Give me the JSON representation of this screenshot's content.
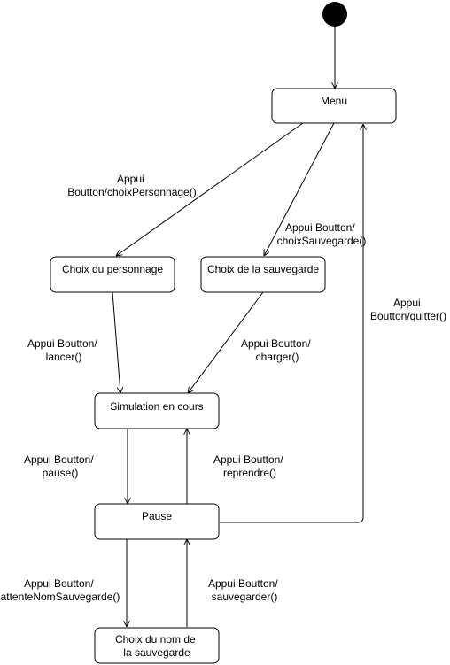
{
  "diagram": {
    "states": {
      "menu": {
        "label": [
          "Menu"
        ]
      },
      "choix_personnage": {
        "label": [
          "Choix du personnage"
        ]
      },
      "choix_sauvegarde": {
        "label": [
          "Choix de la sauvegarde"
        ]
      },
      "simulation": {
        "label": [
          "Simulation en cours"
        ]
      },
      "pause": {
        "label": [
          "Pause"
        ]
      },
      "choix_nom": {
        "label": [
          "Choix du nom de",
          "la sauvegarde"
        ]
      }
    },
    "transitions": {
      "menu_to_personnage": {
        "label": [
          "Appui",
          "Boutton/choixPersonnage()"
        ]
      },
      "menu_to_sauvegarde": {
        "label": [
          "Appui Boutton/",
          "choixSauvegarde()"
        ]
      },
      "personnage_to_simulation": {
        "label": [
          "Appui Boutton/",
          "lancer()"
        ]
      },
      "sauvegarde_to_simulation": {
        "label": [
          "Appui Boutton/",
          "charger()"
        ]
      },
      "simulation_to_pause": {
        "label": [
          "Appui Boutton/",
          "pause()"
        ]
      },
      "pause_to_simulation": {
        "label": [
          "Appui Boutton/",
          "reprendre()"
        ]
      },
      "pause_to_menu": {
        "label": [
          "Appui",
          "Boutton/quitter()"
        ]
      },
      "pause_to_choix_nom": {
        "label": [
          "Appui Boutton/",
          "attenteNomSauvegarde()"
        ]
      },
      "choix_nom_to_pause": {
        "label": [
          "Appui Boutton/",
          "sauvegarder()"
        ]
      }
    },
    "colors": {
      "stroke": "#000000",
      "fill": "#ffffff",
      "initial": "#000000"
    }
  }
}
